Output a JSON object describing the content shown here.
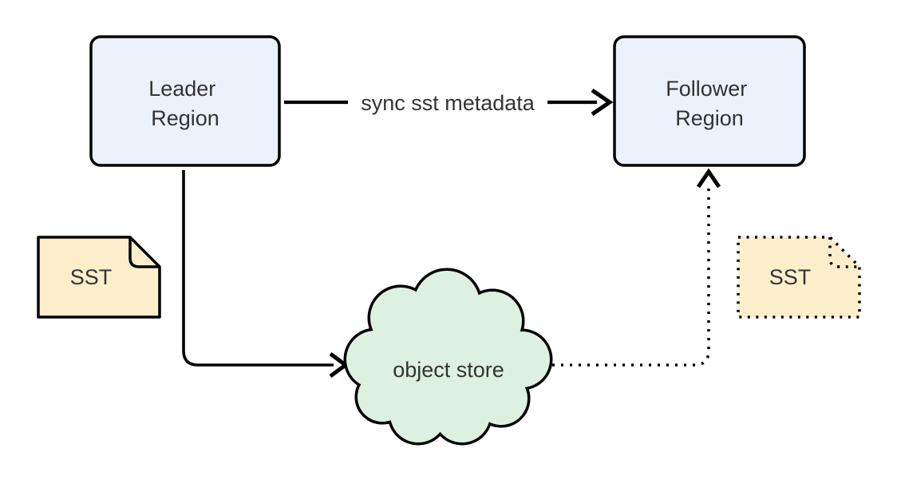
{
  "diagram": {
    "background_color": "#ffffff",
    "stroke_color": "#000000",
    "text_color": "#333333",
    "edge_label_background": "#ffffff"
  },
  "nodes": {
    "leader_region": {
      "label_line1": "Leader",
      "label_line2": "Region",
      "fill": "#ecf2fb"
    },
    "follower_region": {
      "label_line1": "Follower",
      "label_line2": "Region",
      "fill": "#ecf2fb"
    },
    "object_store": {
      "label": "object store",
      "fill": "#dcf1df"
    },
    "sst_left": {
      "label": "SST",
      "fill": "#fceecb",
      "border_style": "solid"
    },
    "sst_right": {
      "label": "SST",
      "fill": "#fceecb",
      "border_style": "dotted"
    }
  },
  "edges": {
    "sync_metadata": {
      "label": "sync sst metadata",
      "style": "solid",
      "from": "Leader Region",
      "to": "Follower Region"
    },
    "upload_sst": {
      "style": "solid",
      "from": "Leader Region",
      "to": "object store"
    },
    "replicate_sst": {
      "style": "dotted",
      "from": "object store",
      "to": "Follower Region"
    }
  }
}
